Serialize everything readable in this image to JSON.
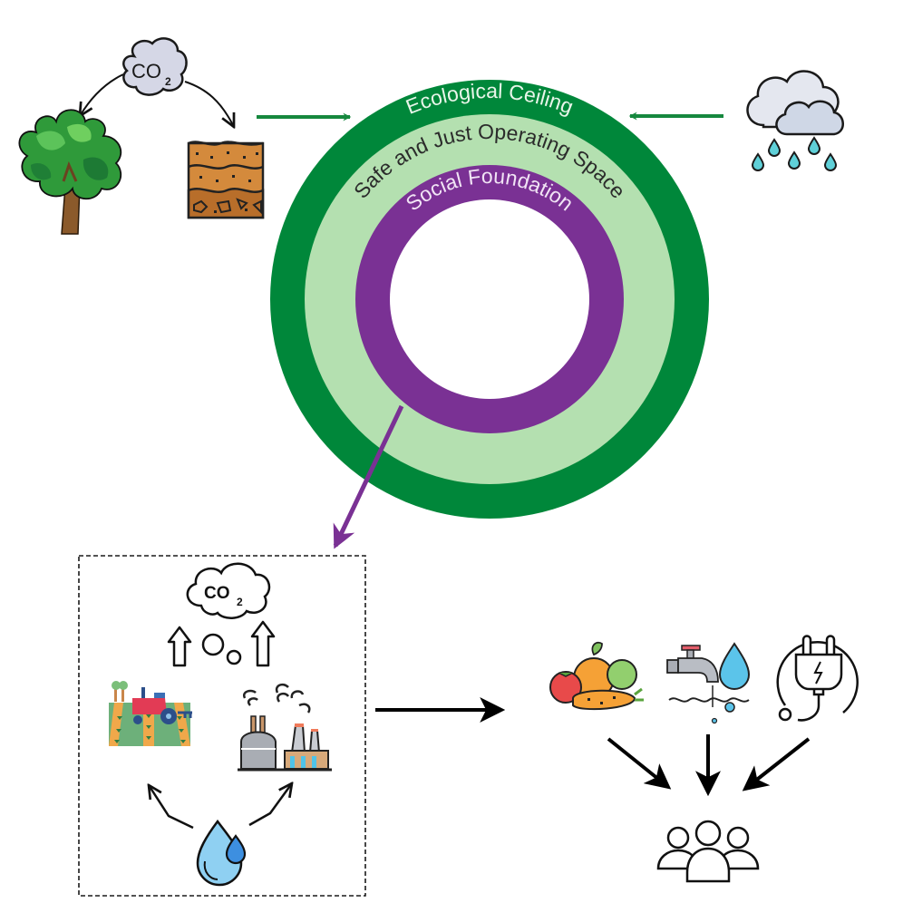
{
  "title": "Doughnut framework: Ecological Ceiling and Social Foundation",
  "colors": {
    "ecological_ceiling": "#00873a",
    "safe_space": "#b4e0b0",
    "social_foundation": "#7a3194",
    "ceiling_text": "#e8f5e9",
    "safe_text": "#2b2b2b",
    "social_text": "#f1e4f5",
    "green_arrow": "#16883e",
    "purple_arrow": "#7a3194",
    "black_arrow": "#000000"
  },
  "doughnut": {
    "rings": [
      {
        "id": "ecological-ceiling",
        "label": "Ecological Ceiling"
      },
      {
        "id": "safe-and-just-space",
        "label": "Safe and Just Operating Space"
      },
      {
        "id": "social-foundation",
        "label": "Social Foundation"
      }
    ]
  },
  "inputs": {
    "carbon_sequestration": {
      "source": {
        "icon": "co2-cloud-icon",
        "text": "CO",
        "subscript": "2"
      },
      "targets": [
        {
          "icon": "tree-icon",
          "label": "Tree"
        },
        {
          "icon": "soil-layers-icon",
          "label": "Soil"
        }
      ]
    },
    "precipitation": {
      "icon": "rain-cloud-icon",
      "label": "Rain"
    }
  },
  "pressures_box": {
    "emission": {
      "icon": "co2-emission-icon",
      "text": "CO",
      "subscript": "2"
    },
    "sectors": [
      {
        "icon": "agriculture-tractor-icon",
        "label": "Agriculture"
      },
      {
        "icon": "industry-factory-icon",
        "label": "Industry"
      }
    ],
    "resource": {
      "icon": "water-drop-icon",
      "label": "Water"
    }
  },
  "social_needs": {
    "items": [
      {
        "icon": "food-vegetables-icon",
        "label": "Food"
      },
      {
        "icon": "water-tap-icon",
        "label": "Water"
      },
      {
        "icon": "electricity-plug-icon",
        "label": "Energy"
      }
    ],
    "beneficiary": {
      "icon": "people-group-icon",
      "label": "People"
    }
  }
}
